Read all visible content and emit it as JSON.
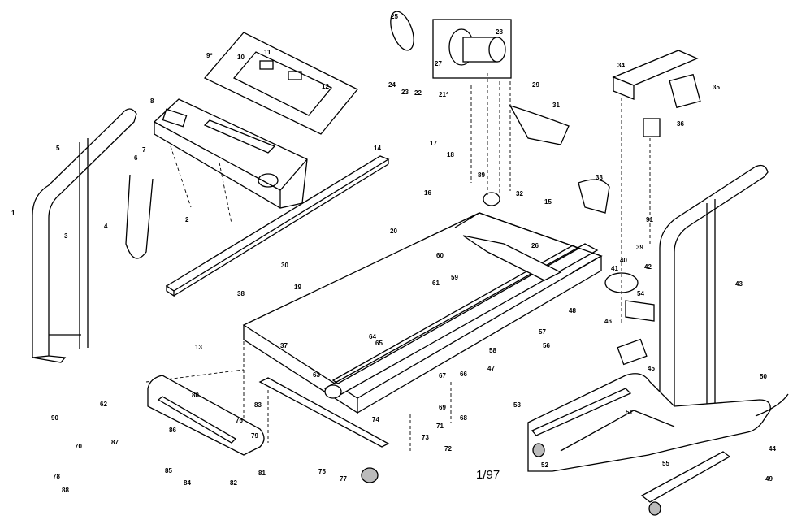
{
  "date_stamp": "1/97",
  "part_numbers": [
    "1",
    "2",
    "3",
    "4",
    "5",
    "6",
    "7",
    "8",
    "9*",
    "10",
    "11",
    "12",
    "13",
    "14",
    "15",
    "16",
    "17",
    "18",
    "19",
    "20",
    "21*",
    "22",
    "23",
    "24",
    "25",
    "26",
    "27",
    "28",
    "29",
    "30",
    "31",
    "32",
    "33",
    "34",
    "35",
    "36",
    "37",
    "38",
    "39",
    "40",
    "41",
    "42",
    "43",
    "44",
    "45",
    "46",
    "47",
    "48",
    "49",
    "50",
    "51",
    "52",
    "53",
    "54",
    "55",
    "56",
    "57",
    "58",
    "59",
    "60",
    "61",
    "62",
    "63",
    "64",
    "65",
    "66",
    "67",
    "68",
    "69",
    "70",
    "71",
    "72",
    "73",
    "74",
    "75",
    "76",
    "77",
    "78",
    "79",
    "80",
    "81",
    "82",
    "83",
    "84",
    "85",
    "86",
    "87",
    "88",
    "89",
    "90",
    "91"
  ]
}
